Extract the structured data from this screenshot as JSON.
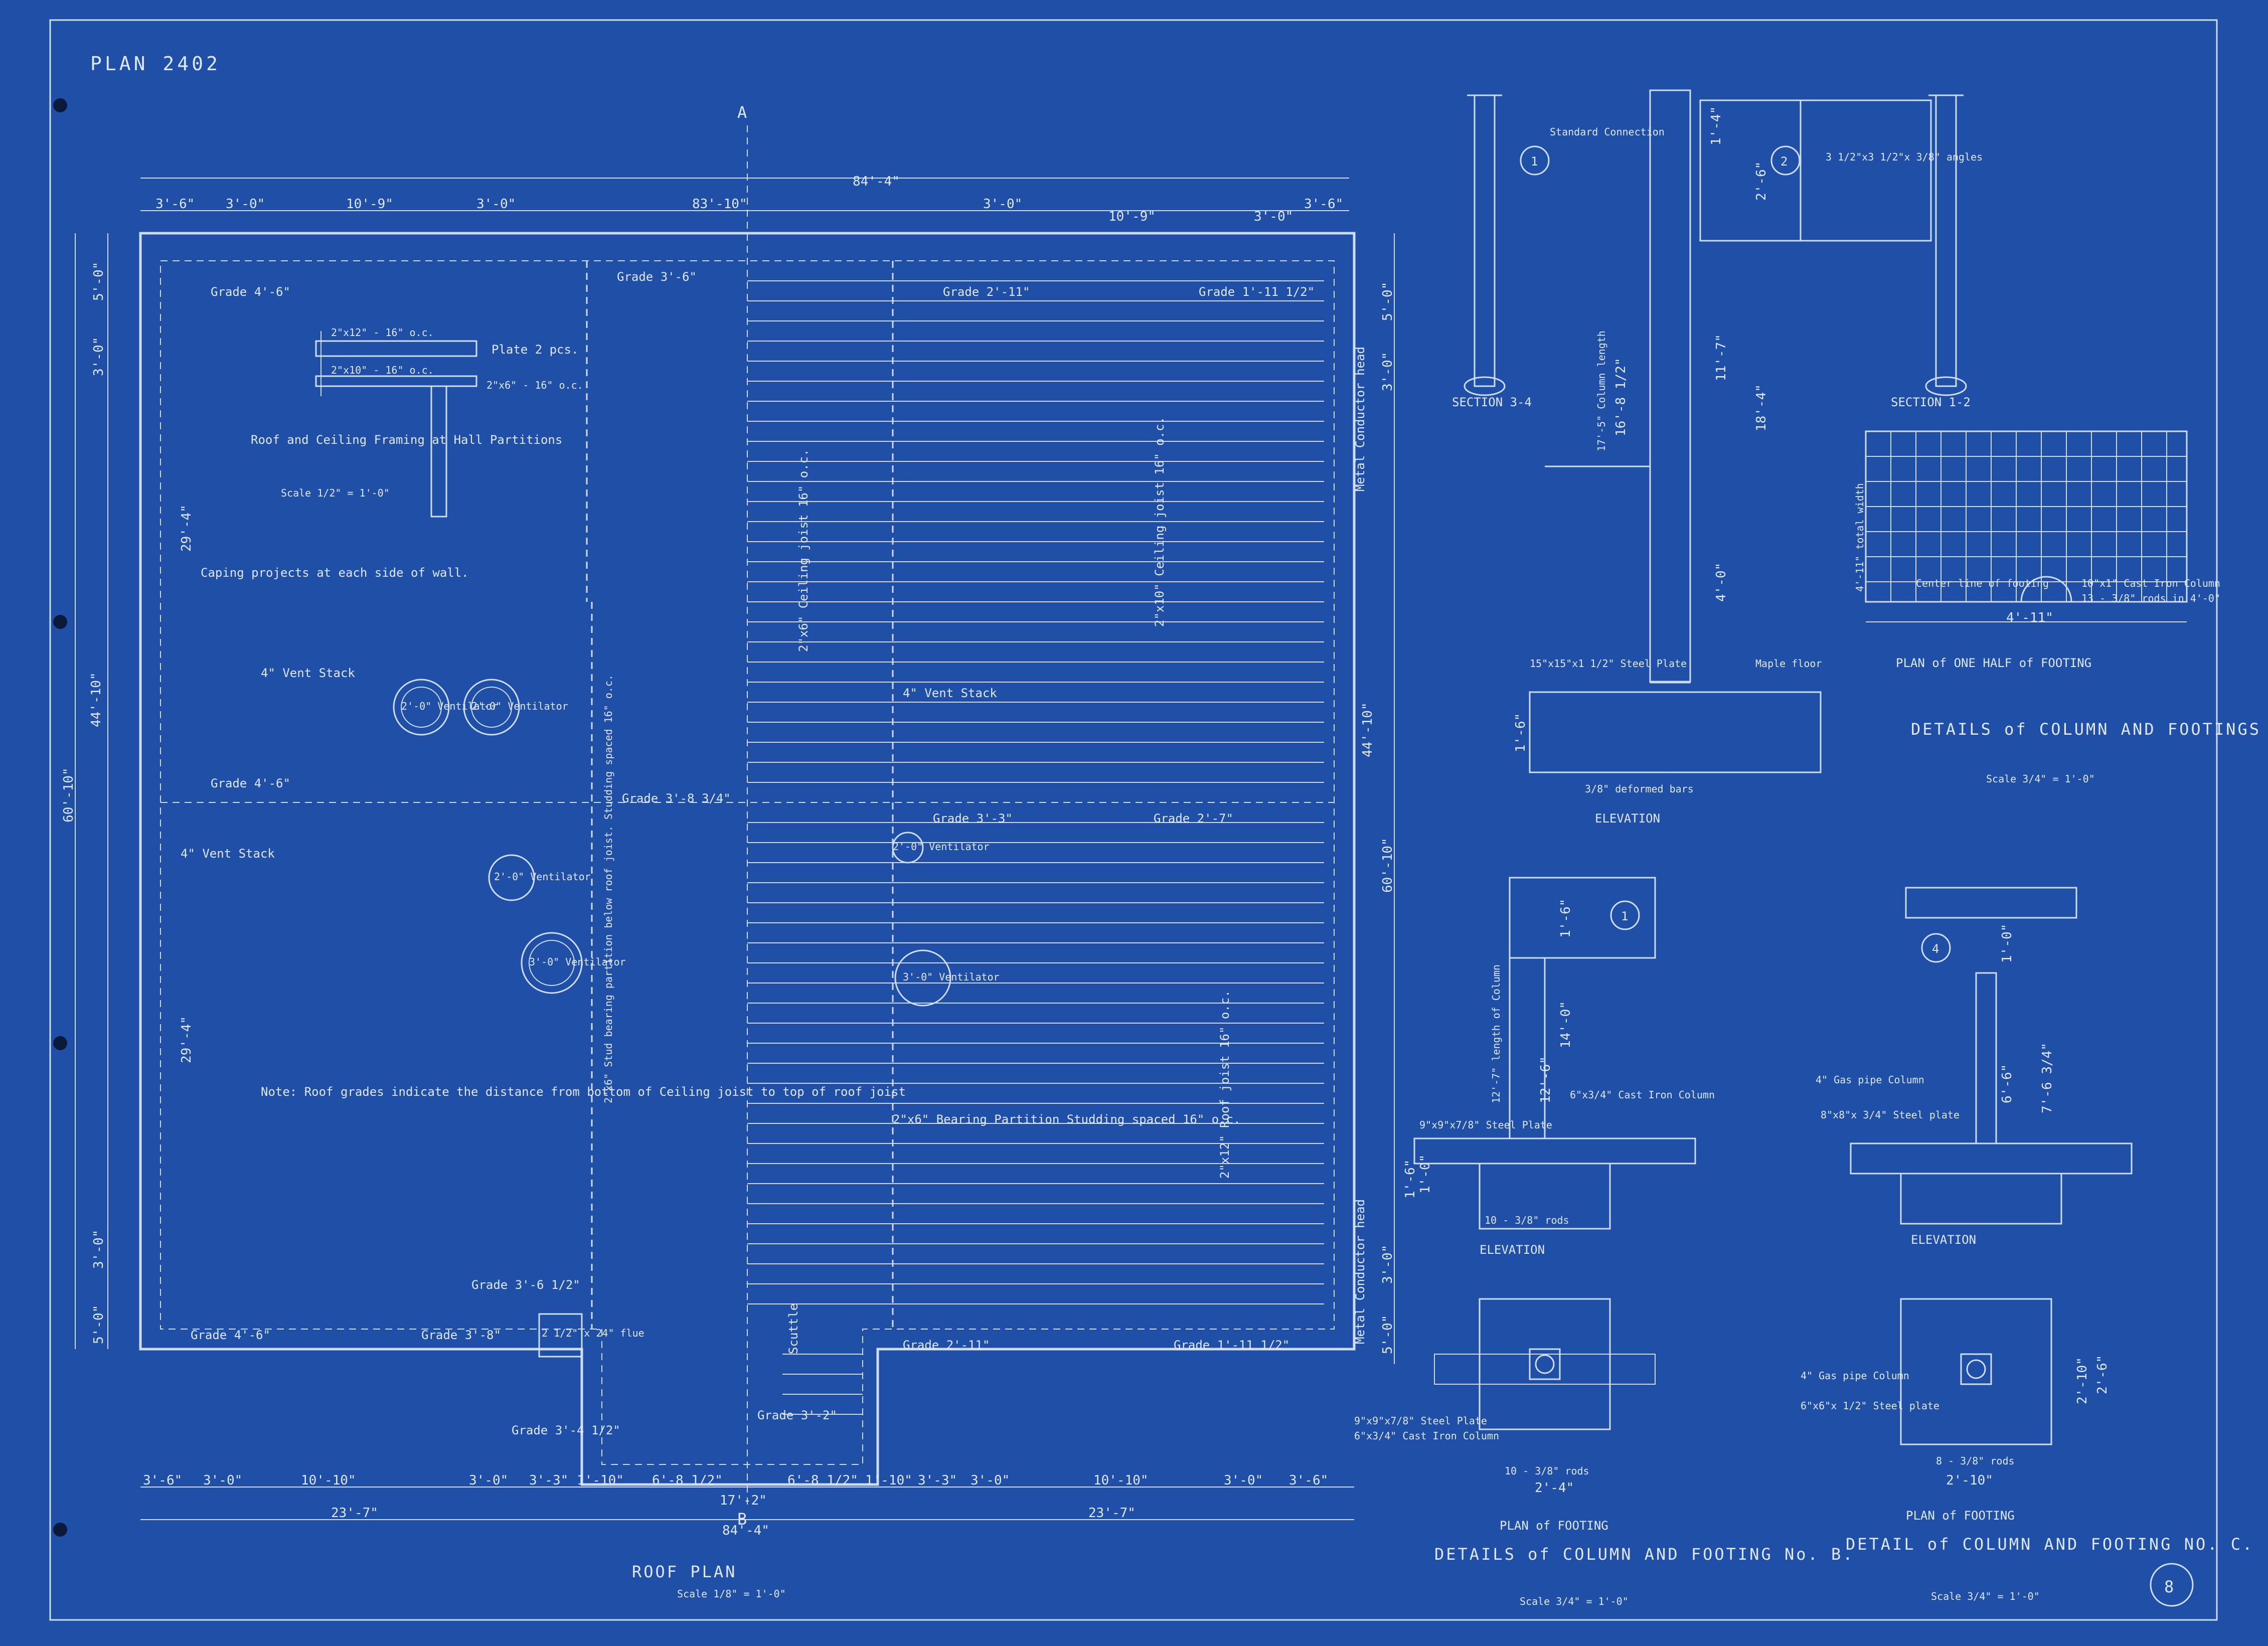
{
  "sheet_title": "PLAN 2402",
  "sheet_number": "8",
  "colors": {
    "paper": "#1f4fa6",
    "ink": "#dfe8fb"
  },
  "roof_plan": {
    "title": "ROOF PLAN",
    "scale": "Scale 1/8\" = 1'-0\"",
    "section_top": "A",
    "section_bottom": "B",
    "dims_top_overall": "84'-4\"",
    "dims_top_inner": "83'-10\"",
    "dims_top": [
      "3'-6\"",
      "3'-0\"",
      "10'-9\"",
      "3'-0\"",
      "3'-0\"",
      "10'-9\"",
      "3'-0\"",
      "3'-6\""
    ],
    "dims_left": [
      "5'-0\"",
      "3'-0\"",
      "29'-4\"",
      "29'-4\"",
      "3'-0\"",
      "5'-0\""
    ],
    "dims_left_overall": [
      "60'-10\"",
      "44'-10\""
    ],
    "dims_right": [
      "5'-0\"",
      "3'-0\"",
      "44'-10\"",
      "60'-10\"",
      "3'-0\"",
      "5'-0\""
    ],
    "dims_bottom": [
      "3'-6\"",
      "3'-0\"",
      "10'-10\"",
      "3'-0\"",
      "3'-3\"",
      "1'-10\"",
      "6'-8 1/2\"",
      "17'-2\"",
      "6'-8 1/2\"",
      "1'-10\"",
      "3'-3\"",
      "3'-0\"",
      "10'-10\"",
      "3'-0\"",
      "3'-6\""
    ],
    "dims_bottom_overall": [
      "23'-7\"",
      "84'-4\"",
      "23'-7\""
    ],
    "grades": [
      "Grade 4'-6\"",
      "Grade 3'-6\"",
      "Grade 2'-11\"",
      "Grade 1'-11 1/2\"",
      "Grade 4'-6\"",
      "Grade 3'-8 3/4\"",
      "Grade 3'-3\"",
      "Grade 2'-7\"",
      "Grade 3'-6 1/2\"",
      "Grade 4'-6\"",
      "Grade 3'-8\"",
      "Grade 2'-11\"",
      "Grade 1'-11 1/2\"",
      "Grade 3'-2\"",
      "Grade 3'-4 1/2\""
    ],
    "framing_note_title": "Roof and Ceiling Framing at Hall Partitions",
    "framing_note_scale": "Scale 1/2\" = 1'-0\"",
    "plates_label": "Plate 2 pcs.",
    "joist_labels": [
      "2\"x12\" - 16\" o.c.",
      "2\"x10\" - 16\" o.c.",
      "2\"x6\" - 16\" o.c."
    ],
    "caping_note": "Caping projects at each side of wall.",
    "roof_note": "Note: Roof grades indicate the distance from bottom of Ceiling joist to top of roof joist",
    "vent_stack": "4\" Vent Stack",
    "ventilators": [
      "2'-0\" Ventilator",
      "2'-0\" Ventilator",
      "2'-0\" Ventilator",
      "3'-0\" Ventilator",
      "3'-0\" Ventilator",
      "2'-0\" Ventilator"
    ],
    "ceiling_joist_1": "2\"x6\" Ceiling joist 16\" o.c.",
    "ceiling_joist_2": "2\"x10\" Ceiling joist 16\" o.c.",
    "roof_joist": "2\"x12\" Roof joist 16\" o.c.",
    "stud_partition": "2\"x6\" Stud bearing partition below roof joist. Studding spaced 16\" o.c.",
    "bearing_partition": "2\"x6\" Bearing Partition Studding spaced 16\" o.c.",
    "conductor_head": "Metal Conductor head",
    "flue": "2 1/2\" x 24\" flue",
    "scuttle": "Scuttle"
  },
  "detail_a": {
    "title": "DETAILS of COLUMN AND FOOTINGS NO. A.",
    "scale": "Scale 3/4\" = 1'-0\"",
    "section_34": "SECTION 3-4",
    "section_12": "SECTION 1-2",
    "standard_connection": "Standard Connection",
    "angles": "3 1/2\"x3 1/2\"x 3/8\" angles",
    "column_length": "17'-5\" Column length",
    "dims": [
      "16'-8 1/2\"",
      "11'-7\"",
      "18'-4\"",
      "4'-0\"",
      "1'-6\"",
      "2'-6\"",
      "1'-4\""
    ],
    "steel_plate": "15\"x15\"x1 1/2\" Steel Plate",
    "maple_floor": "Maple floor",
    "deformed_bars": "3/8\" deformed bars",
    "elevation": "ELEVATION",
    "half_footing_title": "PLAN of ONE HALF of FOOTING",
    "center_line": "Center line of footing",
    "cast_iron": "10\"x1\" Cast Iron Column",
    "rods": "13 - 3/8\" rods in 4'-0\"",
    "half_width": "4'-11\"",
    "total_width": "4'-11\" total width"
  },
  "detail_b": {
    "title": "DETAILS of COLUMN AND FOOTING No. B.",
    "subtitle": "PLAN of FOOTING",
    "scale": "Scale 3/4\" = 1'-0\"",
    "column_length": "12'-7\" length of Column",
    "dims": [
      "1'-6\"",
      "14'-0\"",
      "12'-6\"",
      "1'-6\"",
      "1'-0\""
    ],
    "cast_iron": "6\"x3/4\" Cast Iron Column",
    "steel_plate": "9\"x9\"x7/8\" Steel Plate",
    "rods": "10 - 3/8\" rods",
    "elevation": "ELEVATION",
    "plan_plate": "9\"x9\"x7/8\" Steel Plate",
    "plan_column": "6\"x3/4\" Cast Iron Column",
    "plan_rods": "10 - 3/8\" rods",
    "plan_dim": "2'-4\""
  },
  "detail_c": {
    "title": "DETAIL of COLUMN AND FOOTING NO. C.",
    "subtitle": "PLAN of FOOTING",
    "scale": "Scale 3/4\" = 1'-0\"",
    "gas_pipe": "4\" Gas pipe Column",
    "steel_plate": "8\"x8\"x 3/4\" Steel plate",
    "dims": [
      "1'-0\"",
      "7'-6 3/4\"",
      "6'-6\""
    ],
    "elevation": "ELEVATION",
    "plan_gas_pipe": "4\" Gas pipe Column",
    "plan_plate": "6\"x6\"x 1/2\" Steel plate",
    "plan_rods": "8 - 3/8\" rods",
    "plan_dims": [
      "2'-10\"",
      "2'-10\"",
      "2'-6\""
    ]
  }
}
